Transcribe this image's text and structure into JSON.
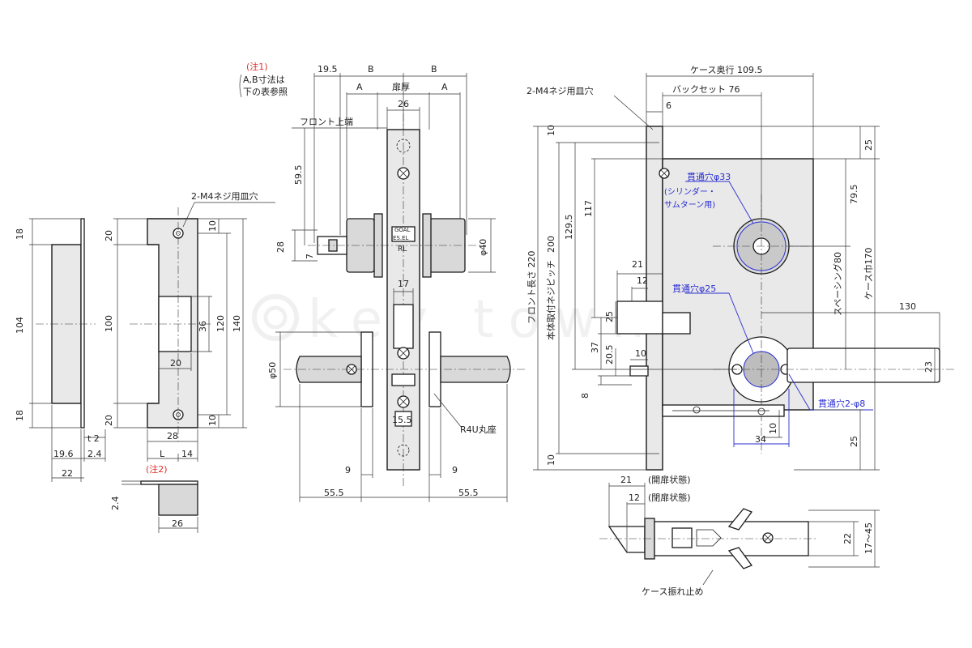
{
  "watermark": "key town",
  "notes": {
    "note1_tag": "(注1)",
    "note1_line1": "A,B寸法は",
    "note1_line2": "下の表参照",
    "note2_tag": "(注2)"
  },
  "strike_view": {
    "screw_label": "2-M4ネジ用皿穴",
    "d_104": "104",
    "d_18a": "18",
    "d_18b": "18",
    "d_100": "100",
    "d_20a": "20",
    "d_20b": "20",
    "d_10a": "10",
    "d_10b": "10",
    "d_36": "36",
    "d_120": "120",
    "d_140": "140",
    "d_20c": "20",
    "d_28": "28",
    "d_L": "L",
    "d_14": "14",
    "d_t2": "t 2",
    "d_19_6": "19.6",
    "d_2_4a": "2.4",
    "d_22": "22",
    "d_2_4b": "2.4",
    "d_26": "26"
  },
  "front_view": {
    "d_19_5": "19.5",
    "d_B1": "B",
    "d_B2": "B",
    "d_A1": "A",
    "d_A2": "A",
    "door_thick": "扉厚",
    "d_26": "26",
    "front_top": "フロント上端",
    "d_59_5": "59.5",
    "d_28": "28",
    "d_7": "7",
    "d_phi40": "φ40",
    "d_17": "17",
    "d_phi50": "φ50",
    "d_15_5": "15.5",
    "rosette": "R4U丸座",
    "d_9a": "9",
    "d_9b": "9",
    "d_55_5a": "55.5",
    "d_55_5b": "55.5",
    "brand": "GOAL",
    "model": "ES.EL",
    "hand": "RL"
  },
  "case_view": {
    "screw_label": "2-M4ネジ用皿穴",
    "case_depth": "ケース奥行 109.5",
    "backset": "バックセット 76",
    "d_6": "6",
    "d_10a": "10",
    "d_25a": "25",
    "d_79_5": "79.5",
    "hole33": "貫通穴φ33",
    "cyl_line1": "(シリンダー・",
    "cyl_line2": "サムターン用)",
    "spacing": "スペーシング80",
    "case_width": "ケース巾170",
    "front_len": "フロント長さ 220",
    "mount_pitch": "本体取付ネジピッチ",
    "d_200": "200",
    "d_129_5": "129.5",
    "d_117": "117",
    "d_21": "21",
    "d_12": "12",
    "d_25b": "25",
    "d_37": "37",
    "d_20_5": "20.5",
    "d_10b": "10",
    "d_8": "8",
    "d_130": "130",
    "d_23": "23",
    "hole25": "貫通穴φ25",
    "hole8": "貫通穴2-φ8",
    "d_34": "34",
    "d_10c": "10",
    "d_25c": "25",
    "d_10d": "10"
  },
  "latch_view": {
    "d_21": "21",
    "state1": "(開扉状態)",
    "d_12": "12",
    "state2": "(閉扉状態)",
    "d_22": "22",
    "d_17_45": "17～45",
    "stop_label": "ケース振れ止め"
  }
}
